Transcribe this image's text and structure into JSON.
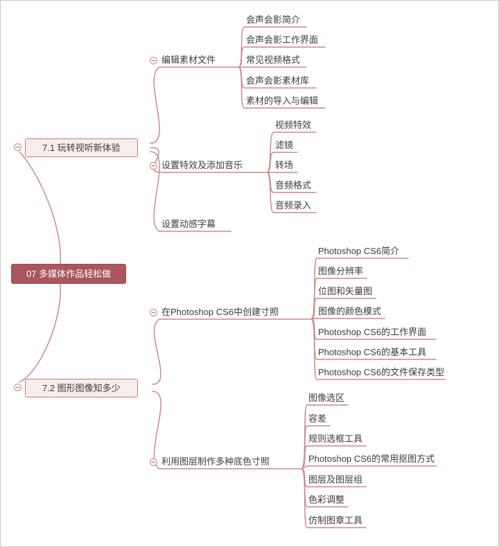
{
  "colors": {
    "root_bg": "#a9565c",
    "root_text": "#ffffff",
    "branch_bg": "#f8ecec",
    "branch_border": "#c5797e",
    "connector_line": "#c9898d",
    "topic_text": "#3b3b3b"
  },
  "icons": {
    "collapse": "minus-circle"
  },
  "root": {
    "label": "07 多媒体作品轻松做"
  },
  "branches": [
    {
      "label": "7.1 玩转视听新体验",
      "children": [
        {
          "label": "编辑素材文件",
          "leaves": [
            "会声会影简介",
            "会声会影工作界面",
            "常见视频格式",
            "会声会影素材库",
            "素材的导入与编辑"
          ]
        },
        {
          "label": "设置特效及添加音乐",
          "leaves": [
            "视频特效",
            "滤镜",
            "转场",
            "音频格式",
            "音频录入"
          ]
        },
        {
          "label": "设置动感字幕",
          "leaves": []
        }
      ]
    },
    {
      "label": "7.2 图形图像知多少",
      "children": [
        {
          "label": "在Photoshop CS6中创建寸照",
          "leaves": [
            "Photoshop CS6简介",
            "图像分辨率",
            "位图和矢量图",
            "图像的颜色模式",
            "Photoshop CS6的工作界面",
            "Photoshop CS6的基本工具",
            "Photoshop CS6的文件保存类型"
          ]
        },
        {
          "label": "利用图层制作多种底色寸照",
          "leaves": [
            "图像选区",
            "容差",
            "规则选框工具",
            "Photoshop CS6的常用抠图方式",
            "图层及图层组",
            "色彩调整",
            "仿制图章工具"
          ]
        }
      ]
    }
  ]
}
